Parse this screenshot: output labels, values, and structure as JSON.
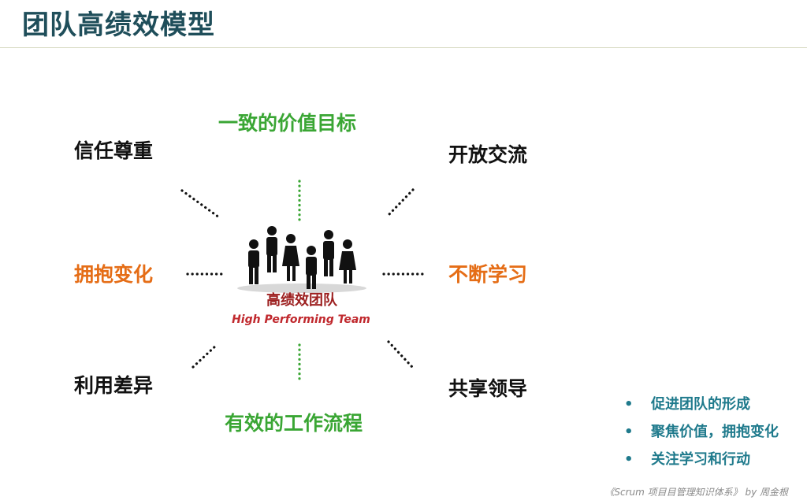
{
  "title": "团队高绩效模型",
  "nodes": {
    "top": "一致的价值目标",
    "top_left": "信任尊重",
    "top_right": "开放交流",
    "mid_left": "拥抱变化",
    "mid_right": "不断学习",
    "bottom_left": "利用差异",
    "bottom_right": "共享领导",
    "bottom": "有效的工作流程"
  },
  "center": {
    "label_cn": "高绩效团队",
    "label_en": "High Performing Team"
  },
  "bullets": [
    "促进团队的形成",
    "聚焦价值，拥抱变化",
    "关注学习和行动"
  ],
  "bullet_marker": "•",
  "footer": "《Scrum 项目目管理知识体系》 by  周金根",
  "colors": {
    "title": "#1f4e5a",
    "green": "#3aa634",
    "orange": "#e56d16",
    "black": "#111111",
    "center": "#9c1f1f",
    "bullets": "#1f7a8c"
  },
  "icons": {
    "center_graphic": "team-people-icon"
  }
}
